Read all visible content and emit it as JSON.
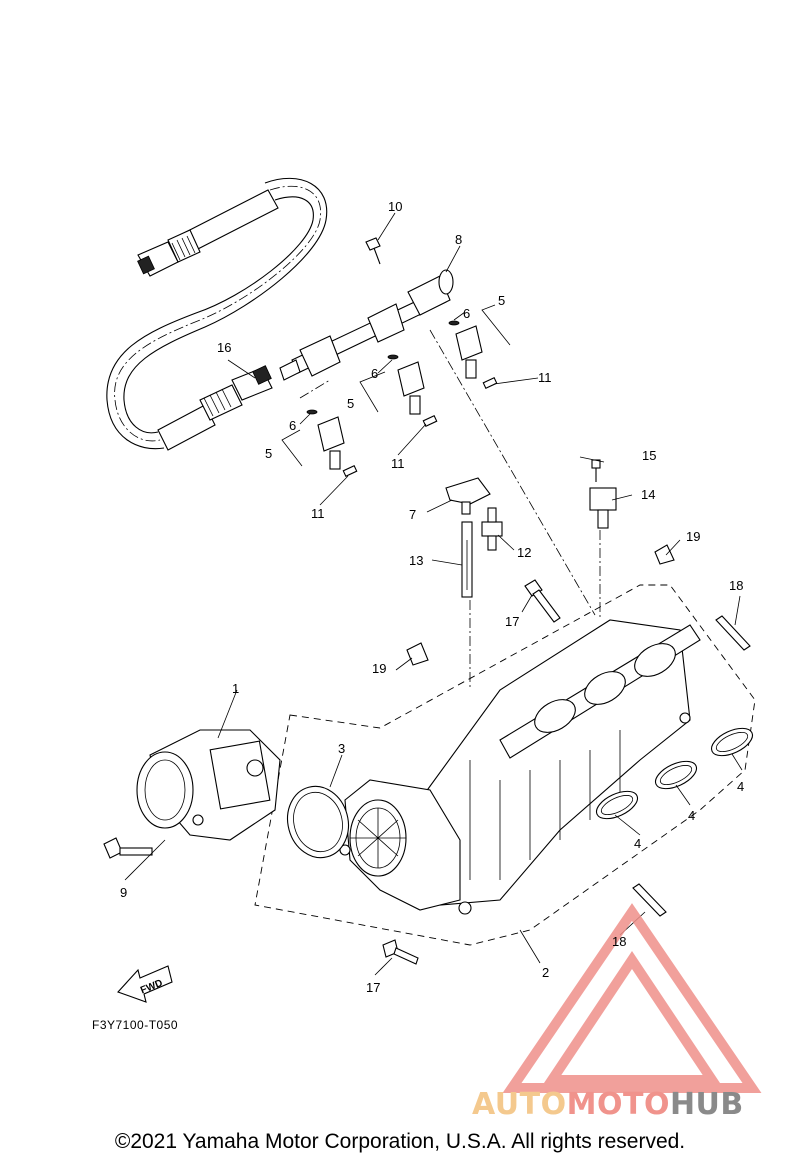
{
  "diagram": {
    "callouts": [
      {
        "id": "c1",
        "label": "1"
      },
      {
        "id": "c2",
        "label": "2"
      },
      {
        "id": "c3",
        "label": "3"
      },
      {
        "id": "c4a",
        "label": "4"
      },
      {
        "id": "c4b",
        "label": "4"
      },
      {
        "id": "c4c",
        "label": "4"
      },
      {
        "id": "c5a",
        "label": "5"
      },
      {
        "id": "c5b",
        "label": "5"
      },
      {
        "id": "c5c",
        "label": "5"
      },
      {
        "id": "c6a",
        "label": "6"
      },
      {
        "id": "c6b",
        "label": "6"
      },
      {
        "id": "c6c",
        "label": "6"
      },
      {
        "id": "c7",
        "label": "7"
      },
      {
        "id": "c8",
        "label": "8"
      },
      {
        "id": "c9",
        "label": "9"
      },
      {
        "id": "c10",
        "label": "10"
      },
      {
        "id": "c11a",
        "label": "11"
      },
      {
        "id": "c11b",
        "label": "11"
      },
      {
        "id": "c11c",
        "label": "11"
      },
      {
        "id": "c12",
        "label": "12"
      },
      {
        "id": "c13",
        "label": "13"
      },
      {
        "id": "c14",
        "label": "14"
      },
      {
        "id": "c15",
        "label": "15"
      },
      {
        "id": "c16",
        "label": "16"
      },
      {
        "id": "c17a",
        "label": "17"
      },
      {
        "id": "c17b",
        "label": "17"
      },
      {
        "id": "c18a",
        "label": "18"
      },
      {
        "id": "c18b",
        "label": "18"
      },
      {
        "id": "c19a",
        "label": "19"
      },
      {
        "id": "c19b",
        "label": "19"
      }
    ],
    "fwd_label": "FWD",
    "part_code": "F3Y7100-T050"
  },
  "watermark": {
    "word_parts": [
      "AUTO",
      "MOTO",
      "HUB"
    ],
    "colors": {
      "auto": "#f4c98e",
      "moto": "#f0938c",
      "hub": "#8a8a8a",
      "triangle": "#ef8f8a"
    }
  },
  "footer": {
    "copyright": "©2021 Yamaha Motor Corporation, U.S.A. All rights reserved."
  }
}
